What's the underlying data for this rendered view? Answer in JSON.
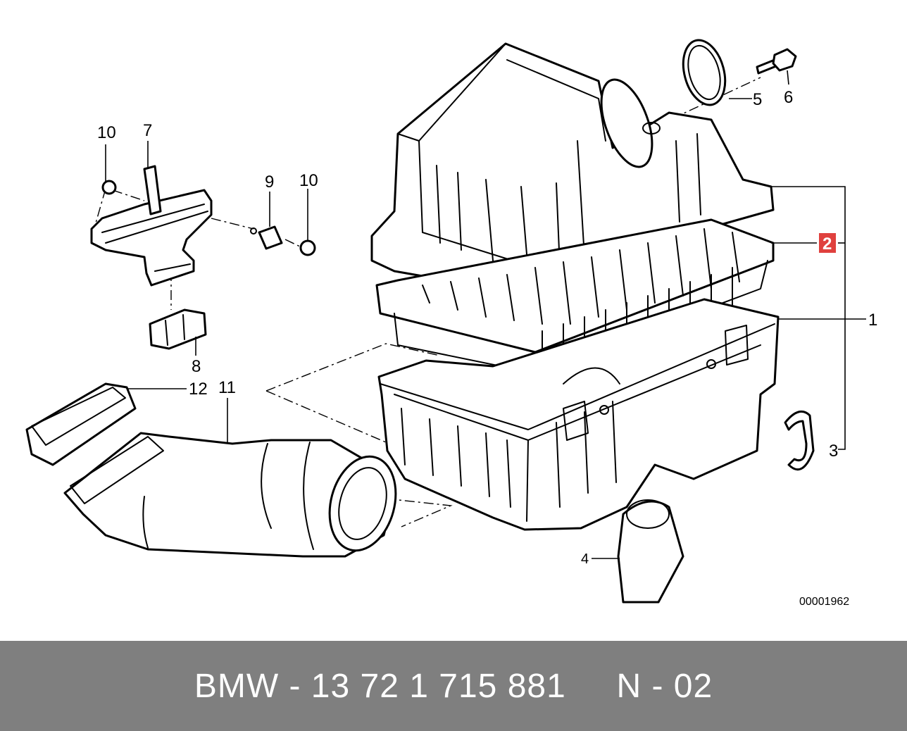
{
  "caption": "BMW - 13 72 1 715 881     N - 02",
  "drawing_number": "00001962",
  "highlight_color": "#e0413e",
  "caption_bar_color": "#7f7f7f",
  "callouts": {
    "c1": "1",
    "c2": "2",
    "c3": "3",
    "c4": "4",
    "c5": "5",
    "c6": "6",
    "c7": "7",
    "c8": "8",
    "c9": "9",
    "c10a": "10",
    "c10b": "10",
    "c11": "11",
    "c12": "12"
  },
  "highlighted_callout": "2"
}
